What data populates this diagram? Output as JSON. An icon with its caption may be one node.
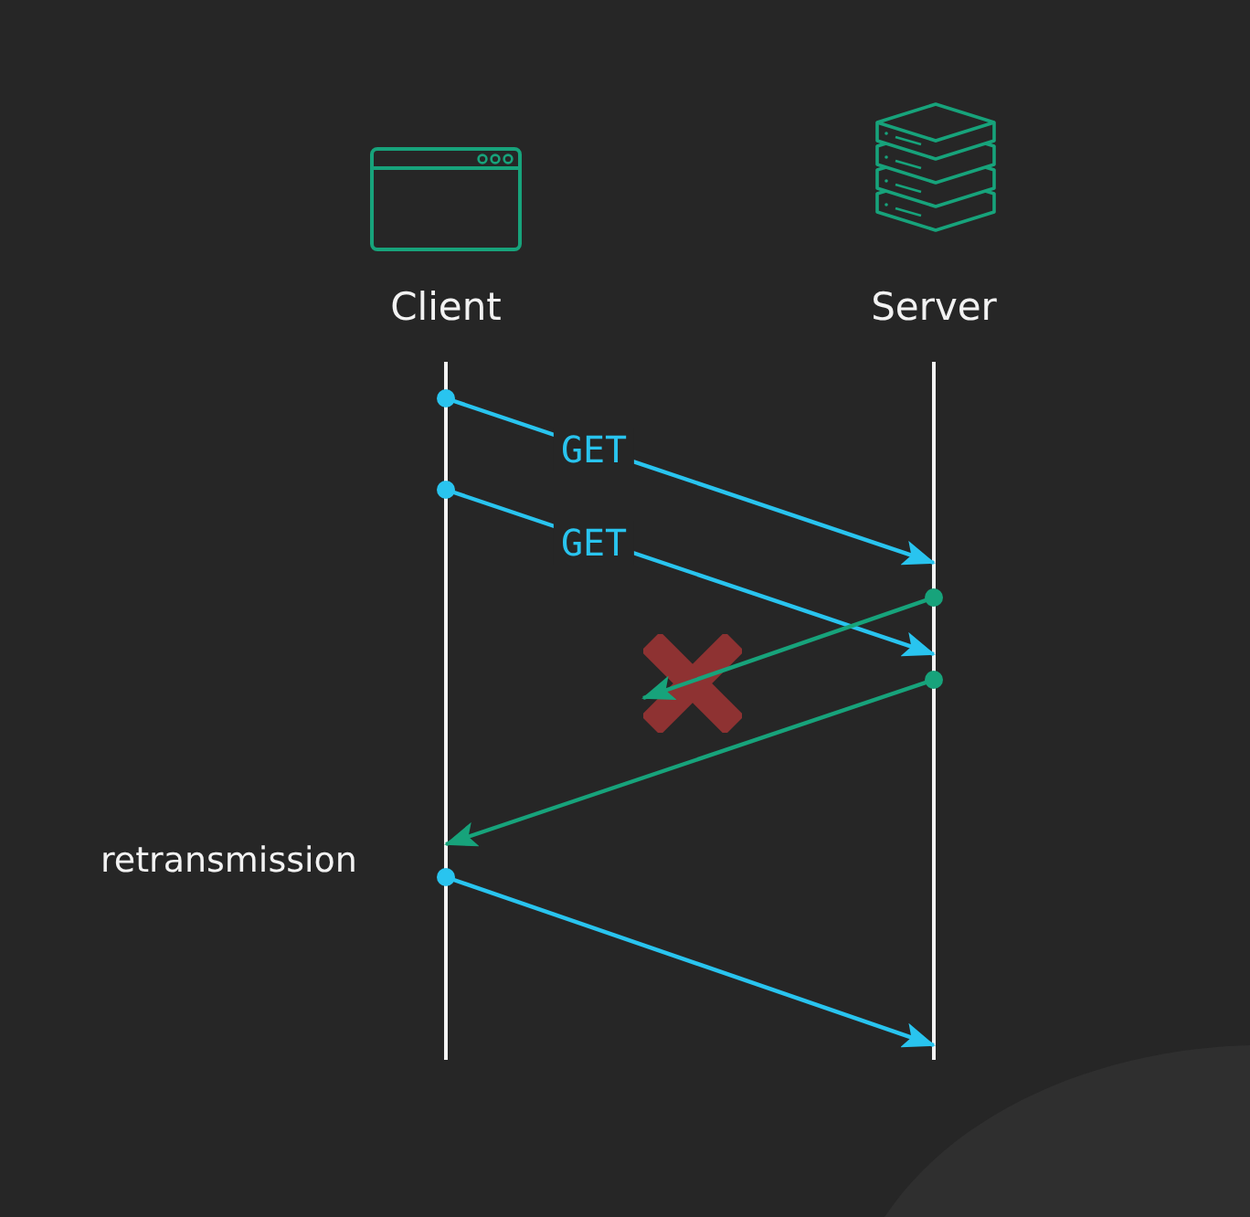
{
  "diagram": {
    "nodes": [
      {
        "text": [
          "Client"
        ]
      },
      {
        "text": [
          "Server"
        ]
      },
      {
        "text": [],
        "shape": "bar"
      },
      {
        "text": [],
        "shape": "bar"
      },
      {
        "text": [],
        "shape": "cross"
      }
    ],
    "edges": [
      {
        "from": 2,
        "to": 3,
        "arrow": "to",
        "label": "GET"
      },
      {
        "from": 2,
        "to": 3,
        "arrow": "to",
        "label": "GET"
      },
      {
        "from": 3,
        "to": 4,
        "arrow": "to",
        "color": "#17a37b"
      },
      {
        "from": 3,
        "to": 2,
        "arrow": "to",
        "color": "#17a37b"
      },
      {
        "from": 2,
        "to": 3,
        "arrow": "to"
      }
    ],
    "labels": [
      "retransmission"
    ]
  }
}
